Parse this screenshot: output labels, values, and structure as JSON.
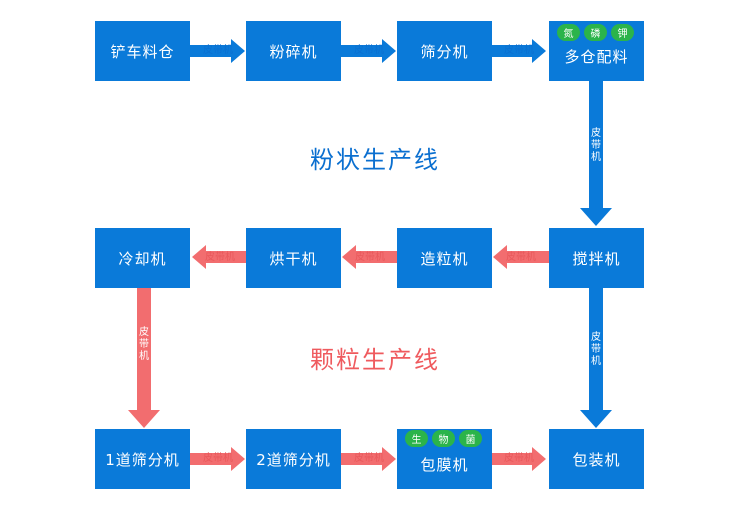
{
  "lines": {
    "powder_title": "粉状生产线",
    "granule_title": "颗粒生产线"
  },
  "nodes": {
    "loader_bin": "铲车料仓",
    "crusher": "粉碎机",
    "screener": "筛分机",
    "batching": "多仓配料",
    "mixer": "搅拌机",
    "granulator": "造粒机",
    "dryer": "烘干机",
    "cooler": "冷却机",
    "screener_1": "1道筛分机",
    "screener_2": "2道筛分机",
    "coating": "包膜机",
    "packing": "包装机"
  },
  "badges": {
    "batching": [
      "氮",
      "磷",
      "钾"
    ],
    "coating": [
      "生",
      "物",
      "菌"
    ]
  },
  "edge_label": "皮带机",
  "colors": {
    "box": "#0a7ad9",
    "blue_arrow": "#0a7ad9",
    "red_arrow": "#f26d6f",
    "badge": "#2bb44a"
  }
}
